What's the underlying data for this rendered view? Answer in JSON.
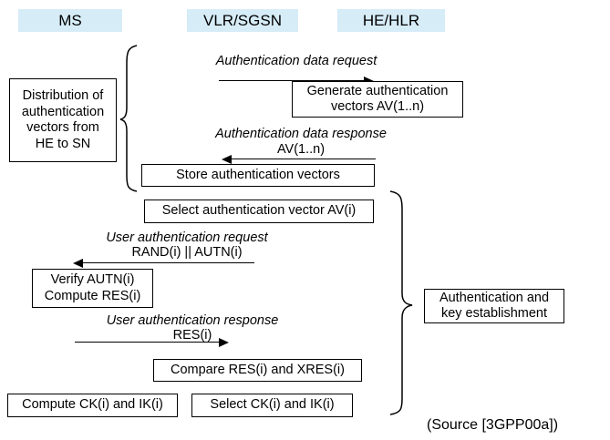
{
  "diagram": {
    "columns": [
      {
        "id": "ms",
        "label": "MS"
      },
      {
        "id": "vlr",
        "label": "VLR/SGSN"
      },
      {
        "id": "he",
        "label": "HE/HLR"
      }
    ],
    "phases": [
      {
        "id": "distribution",
        "label_lines": [
          "Distribution of",
          "authentication",
          "vectors from",
          "HE to SN"
        ]
      },
      {
        "id": "auth-key-establishment",
        "label_lines": [
          "Authentication and",
          "key establishment"
        ]
      }
    ],
    "messages": [
      {
        "id": "authentication-data-request",
        "title": "Authentication data request",
        "subtitle": "",
        "direction": "right"
      },
      {
        "id": "authentication-data-response",
        "title": "Authentication data response",
        "subtitle": "AV(1..n)",
        "direction": "left"
      },
      {
        "id": "user-authentication-request",
        "title": "User authentication request",
        "subtitle": "RAND(i) || AUTN(i)",
        "direction": "left"
      },
      {
        "id": "user-authentication-response",
        "title": "User authentication response",
        "subtitle": "RES(i)",
        "direction": "right"
      }
    ],
    "steps": [
      {
        "id": "generate-authentication-vectors",
        "lines": [
          "Generate authentication",
          "vectors AV(1..n)"
        ]
      },
      {
        "id": "store-authentication-vectors",
        "lines": [
          "Store authentication vectors"
        ]
      },
      {
        "id": "select-authentication-vector",
        "lines": [
          "Select authentication vector AV(i)"
        ]
      },
      {
        "id": "verify-autn-compute-res",
        "lines": [
          "Verify AUTN(i)",
          "Compute RES(i)"
        ]
      },
      {
        "id": "compare-res-xres",
        "lines": [
          "Compare RES(i) and XRES(i)"
        ]
      },
      {
        "id": "compute-ck-ik",
        "lines": [
          "Compute CK(i) and IK(i)"
        ]
      },
      {
        "id": "select-ck-ik",
        "lines": [
          "Select CK(i) and IK(i)"
        ]
      }
    ],
    "source_note": "(Source [3GPP00a])",
    "colors": {
      "header_fill": "#d6ecf7",
      "stroke": "#000000",
      "background": "#ffffff"
    }
  }
}
